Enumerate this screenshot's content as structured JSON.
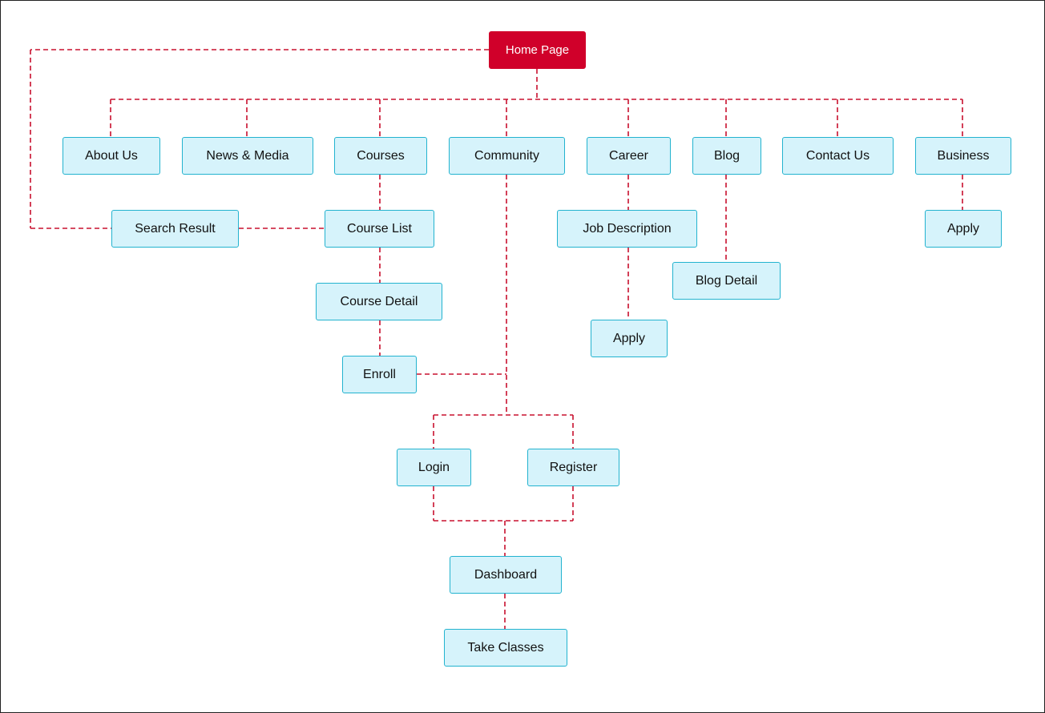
{
  "sitemap": {
    "home": "Home Page",
    "about_us": "About Us",
    "news_media": "News & Media",
    "courses": "Courses",
    "community": "Community",
    "career": "Career",
    "blog": "Blog",
    "contact_us": "Contact Us",
    "business": "Business",
    "search_result": "Search Result",
    "course_list": "Course List",
    "course_detail": "Course Detail",
    "enroll": "Enroll",
    "job_description": "Job Description",
    "career_apply": "Apply",
    "blog_detail": "Blog Detail",
    "business_apply": "Apply",
    "login": "Login",
    "register": "Register",
    "dashboard": "Dashboard",
    "take_classes": "Take Classes"
  },
  "colors": {
    "root_fill": "#d0002a",
    "node_fill": "#d6f3fb",
    "node_border": "#23b3cf",
    "connector": "#c8102e"
  }
}
